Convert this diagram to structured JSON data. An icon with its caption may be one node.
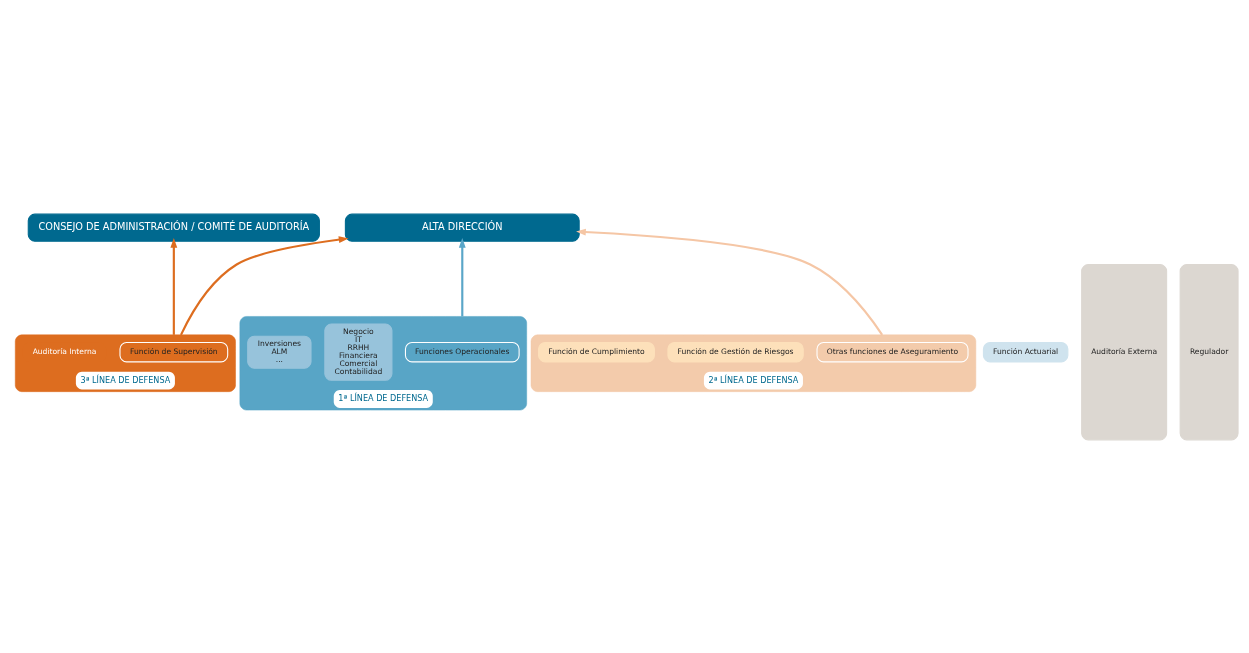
{
  "diagram": {
    "nodes": [
      {
        "text": [
          "CONSEJO DE ADMINISTRACIÓN / COMITÉ DE AUDITORÍA"
        ]
      },
      {
        "text": [
          "ALTA DIRECCIÓN"
        ]
      },
      {
        "text": [
          "1ª LÍNEA DE DEFENSA"
        ]
      },
      {
        "text": [
          "Funciones Operacionales"
        ],
        "in": 2
      },
      {
        "text": [
          "Negocio",
          "IT",
          "RRHH",
          "Financiera",
          "Comercial",
          "Contabilidad"
        ],
        "in": 2
      },
      {
        "text": [
          "Inversiones",
          "ALM",
          "..."
        ],
        "in": 2
      },
      {
        "text": [
          "Función Actuarial"
        ]
      },
      {
        "text": [
          "2ª LÍNEA DE DEFENSA"
        ]
      },
      {
        "text": [
          "Otras funciones de Aseguramiento"
        ],
        "in": 7
      },
      {
        "text": [
          "Función de Gestión de Riesgos"
        ],
        "in": 7
      },
      {
        "text": [
          "Función de Cumplimiento"
        ],
        "in": 7
      },
      {
        "text": [
          "3ª LÍNEA DE DEFENSA"
        ]
      },
      {
        "text": [
          "Función de Supervisión"
        ],
        "in": 11
      },
      {
        "text": [
          "Auditoría Interna"
        ],
        "in": 11
      },
      {
        "text": [
          "Auditoría Externa"
        ]
      },
      {
        "text": [
          "Regulador"
        ]
      }
    ],
    "edges": [
      {
        "from": 2,
        "to": 1,
        "arrow": "to",
        "color": "#5aa6c8"
      },
      {
        "from": 7,
        "to": 1,
        "arrow": "to",
        "color": "#f5c6a5"
      },
      {
        "from": 11,
        "to": 1,
        "arrow": "to"
      },
      {
        "from": 11,
        "to": 0,
        "arrow": "to"
      }
    ]
  }
}
